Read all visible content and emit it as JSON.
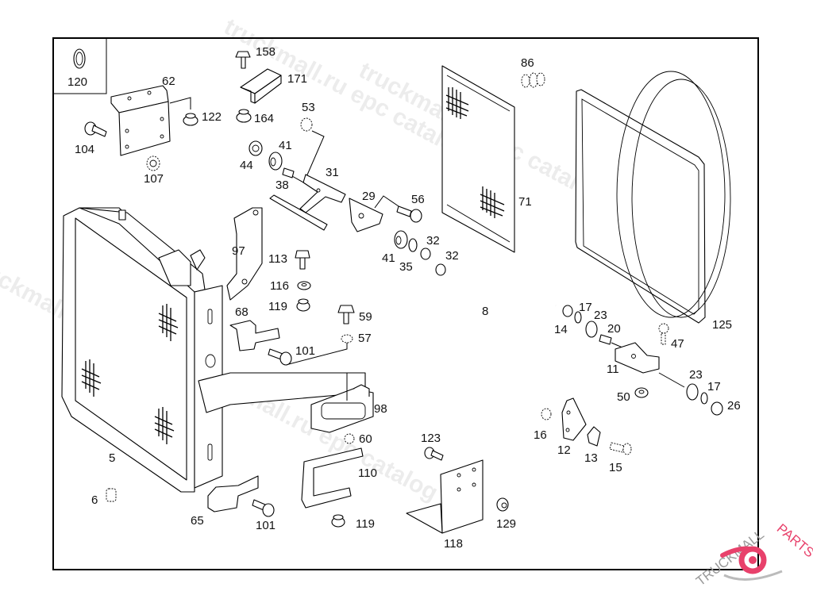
{
  "diagram": {
    "title": "Radiator, fan shroud and mounting parts",
    "inset_callout": "120",
    "callouts": {
      "c5": "5",
      "c6": "6",
      "c8": "8",
      "c11": "11",
      "c12": "12",
      "c13": "13",
      "c14": "14",
      "c15": "15",
      "c16": "16",
      "c17a": "17",
      "c17b": "17",
      "c20": "20",
      "c23a": "23",
      "c23b": "23",
      "c26": "26",
      "c29": "29",
      "c31": "31",
      "c32a": "32",
      "c32b": "32",
      "c35": "35",
      "c38": "38",
      "c41a": "41",
      "c41b": "41",
      "c44": "44",
      "c47": "47",
      "c50": "50",
      "c53": "53",
      "c56": "56",
      "c57": "57",
      "c59": "59",
      "c60": "60",
      "c62": "62",
      "c65": "65",
      "c68": "68",
      "c71": "71",
      "c86": "86",
      "c97": "97",
      "c98": "98",
      "c101a": "101",
      "c101b": "101",
      "c104": "104",
      "c107": "107",
      "c110": "110",
      "c113": "113",
      "c116": "116",
      "c118": "118",
      "c119a": "119",
      "c119b": "119",
      "c122": "122",
      "c123": "123",
      "c125": "125",
      "c129": "129",
      "c158": "158",
      "c164": "164",
      "c171": "171"
    }
  },
  "watermark": {
    "text_1": "truckmall.ru epc catalog",
    "text_2": "truckmall.ru epc catalog",
    "text_3": "truckmall.ru epc catalog",
    "text_4": "truckmall.ru epc catalog"
  },
  "logo": {
    "text_left": "TRUCKMALL",
    "text_right": "PARTS",
    "accent_color": "#e8416b",
    "secondary_color": "#9a9a9a"
  }
}
